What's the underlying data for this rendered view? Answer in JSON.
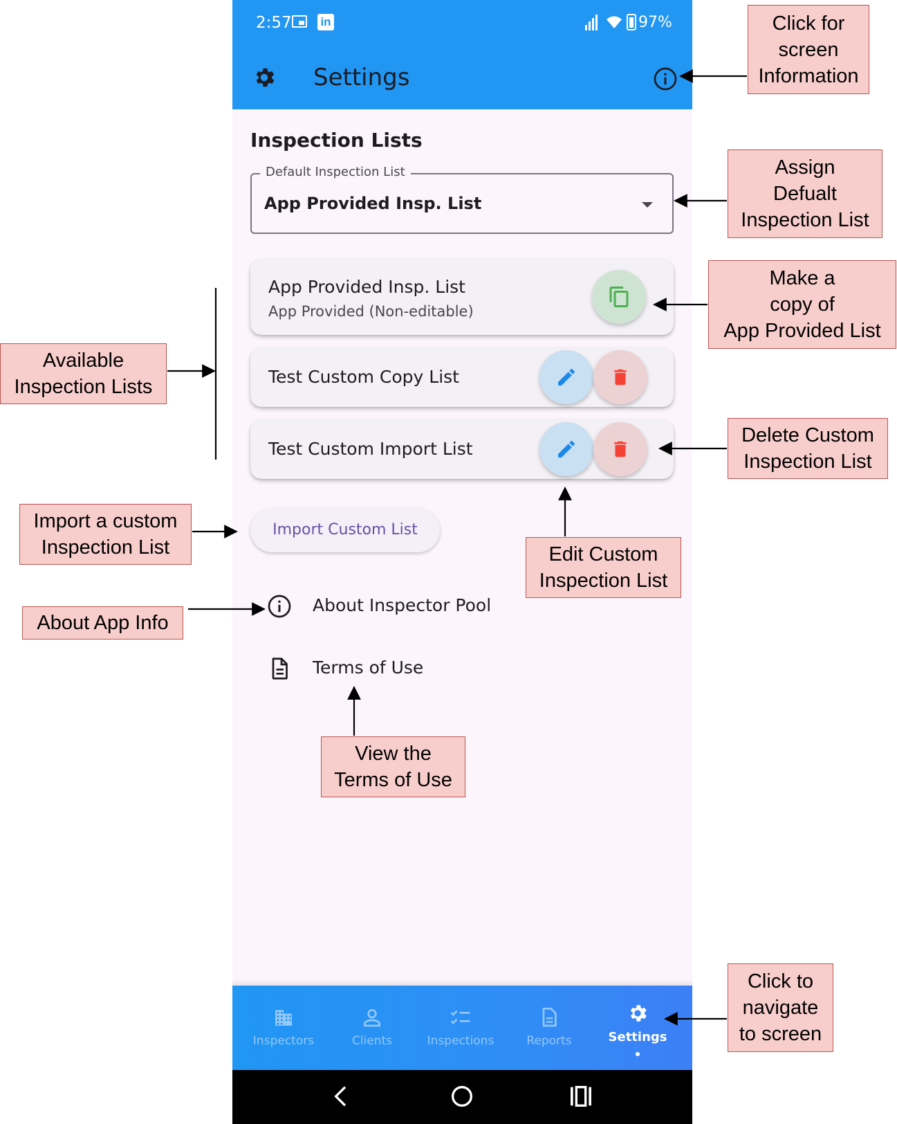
{
  "status_bar": {
    "time": "2:57",
    "linkedin": "in",
    "battery": "97%"
  },
  "app_bar": {
    "title": "Settings"
  },
  "section": {
    "title": "Inspection Lists"
  },
  "default_list": {
    "label": "Default Inspection List",
    "value": "App Provided Insp. List"
  },
  "lists": [
    {
      "name": "App Provided Insp. List",
      "subtitle": "App Provided (Non-editable)"
    },
    {
      "name": "Test Custom Copy List"
    },
    {
      "name": "Test Custom Import List"
    }
  ],
  "import_button": "Import Custom List",
  "menu": {
    "about": "About Inspector Pool",
    "terms": "Terms of Use"
  },
  "bottom_nav": [
    {
      "label": "Inspectors",
      "icon": "building-icon"
    },
    {
      "label": "Clients",
      "icon": "person-icon"
    },
    {
      "label": "Inspections",
      "icon": "checklist-icon"
    },
    {
      "label": "Reports",
      "icon": "report-icon"
    },
    {
      "label": "Settings",
      "icon": "gear-icon"
    }
  ],
  "annotations": {
    "screen_info": "Click for\nscreen\nInformation",
    "assign_default": "Assign\nDefualt\nInspection List",
    "make_copy": "Make a\ncopy of\nApp Provided List",
    "available_lists": "Available\nInspection Lists",
    "delete_custom": "Delete Custom\nInspection List",
    "import_custom": "Import a custom\nInspection List",
    "edit_custom": "Edit Custom\nInspection List",
    "about_app": "About App Info",
    "view_terms": "View the\nTerms of Use",
    "navigate": "Click to\nnavigate\nto screen"
  },
  "colors": {
    "primary": "#2196f3",
    "surface": "#fcf6fc",
    "copy_fab": "#cfe3d3",
    "copy_icon": "#4caf50",
    "edit_fab": "#c9dff2",
    "edit_icon": "#1e88e5",
    "delete_fab": "#edd2d3",
    "delete_icon": "#f44336",
    "callout_fill": "#f8cecc",
    "callout_border": "#b85450"
  }
}
